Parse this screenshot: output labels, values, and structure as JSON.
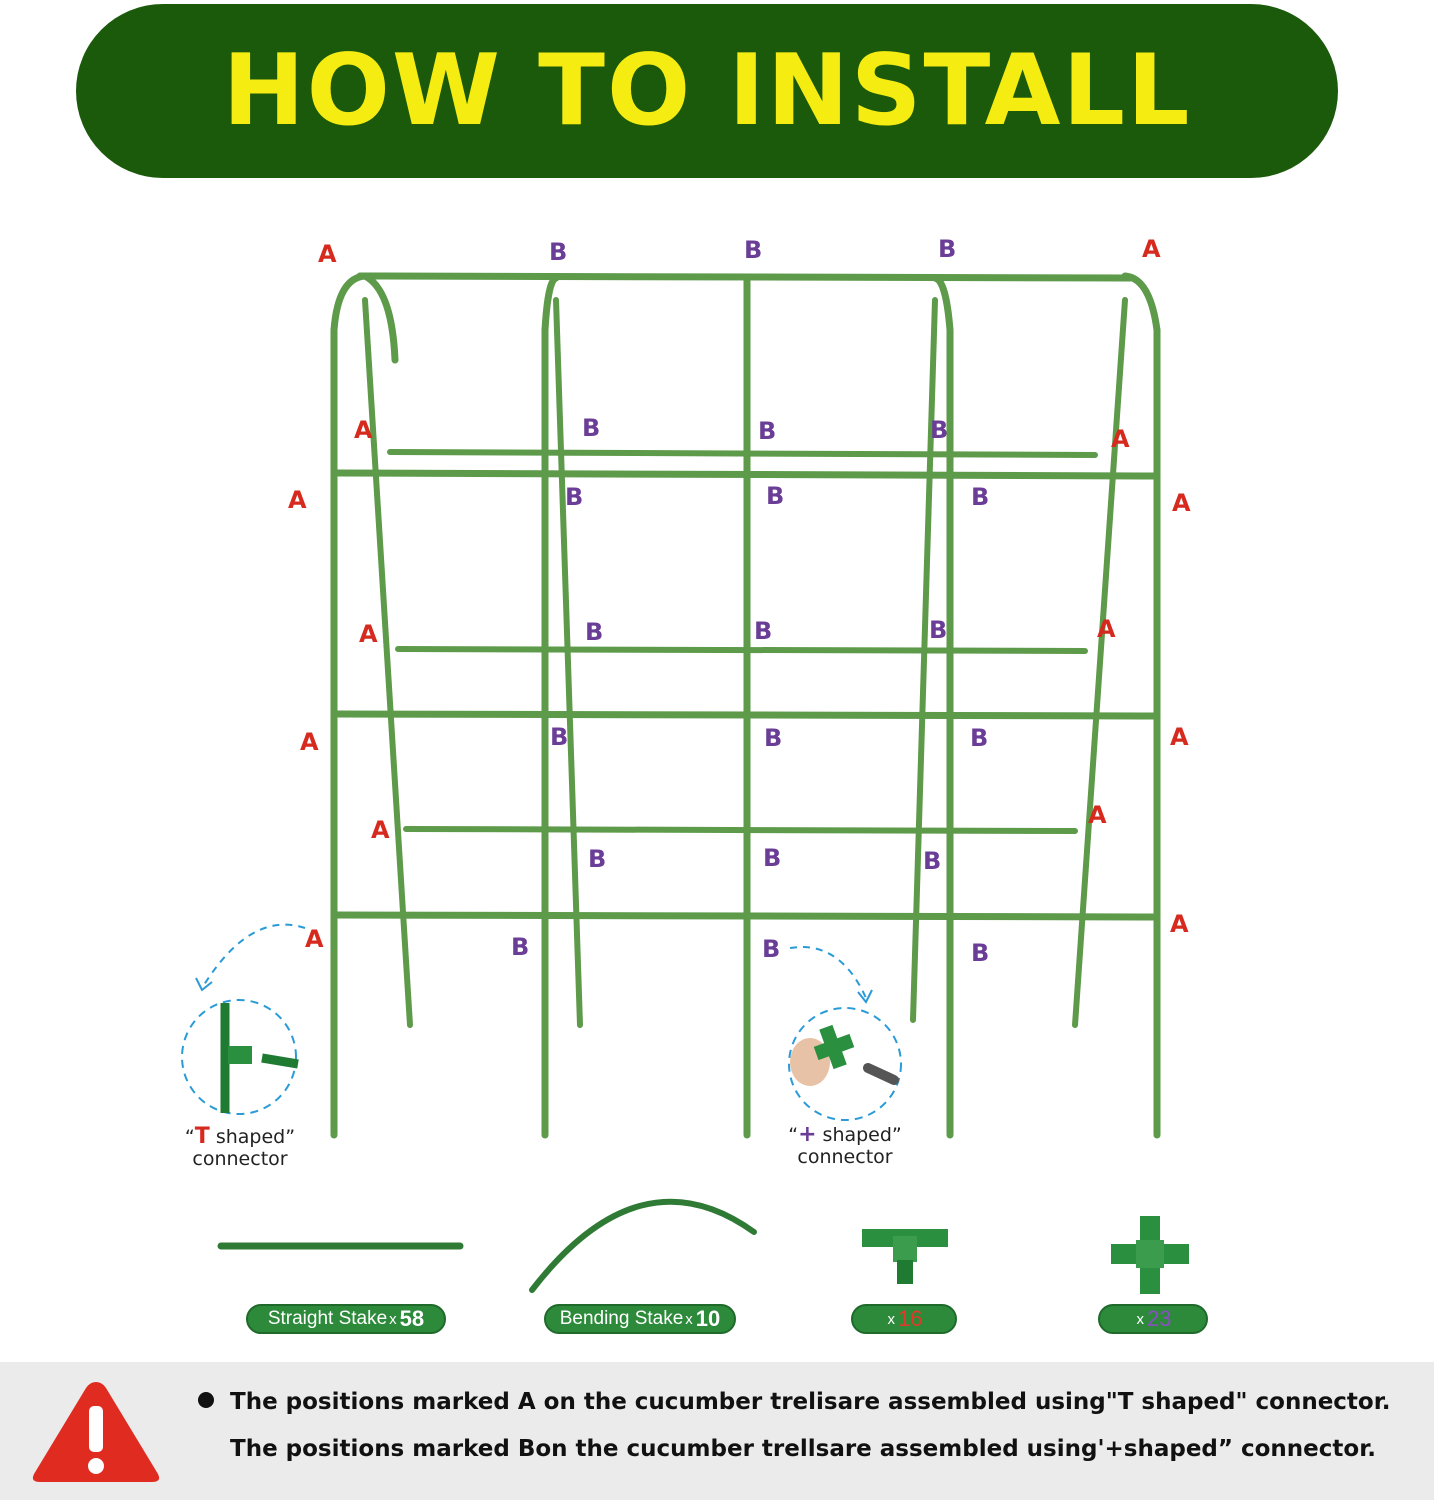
{
  "banner": {
    "title": "HOW TO INSTALL"
  },
  "diagram": {
    "label_a": "A",
    "label_b": "B",
    "t_connector_caption": {
      "quote_open": "“",
      "symbol": "T",
      "text": " shaped”",
      "line2": "connector"
    },
    "plus_connector_caption": {
      "quote_open": "“",
      "symbol": "+",
      "text": " shaped”",
      "line2": "connector"
    }
  },
  "parts": [
    {
      "name": "Straight Stake",
      "x": "x",
      "count": "58"
    },
    {
      "name": "Bending Stake",
      "x": "x",
      "count": "10"
    },
    {
      "name": "",
      "x": "x",
      "count": "16"
    },
    {
      "name": "",
      "x": "x",
      "count": "23"
    }
  ],
  "notice": {
    "line1": "The positions marked A on the cucumber trelisare assembled using\"T shaped\" connector.",
    "line2": "The positions marked Bon the cucumber trellsare assembled using'+shaped”  connector."
  },
  "colors": {
    "banner_bg": "#1b5a0b",
    "banner_text": "#f5ec12",
    "stake": "#5d9a4a",
    "label_a": "#d62a1f",
    "label_b": "#6a3d96",
    "pill": "#2c8a3a",
    "warning": "#e02b20"
  }
}
